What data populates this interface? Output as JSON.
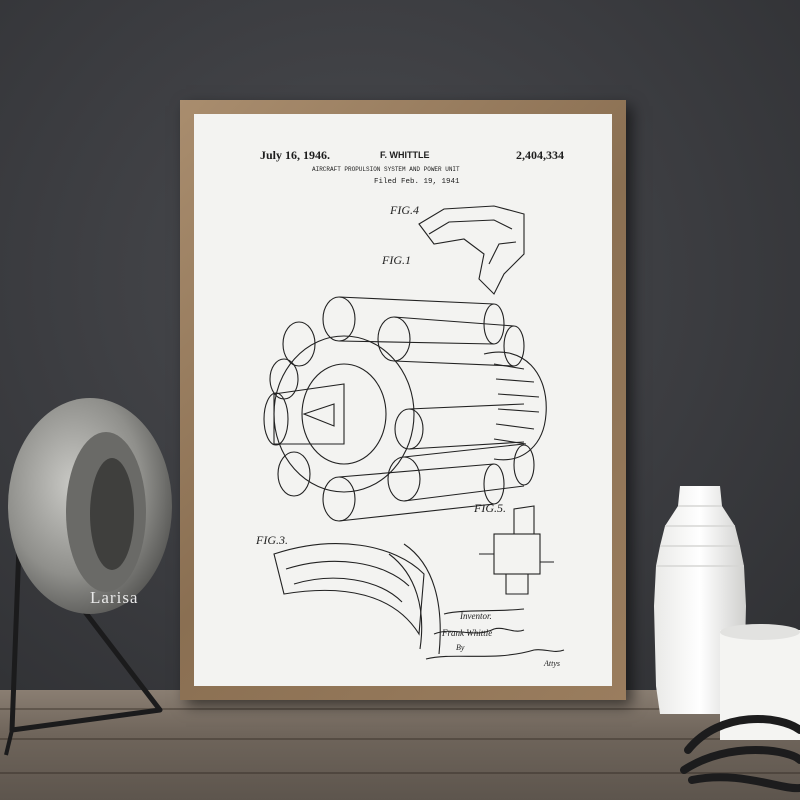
{
  "scene": {
    "wall_color": "#3b3c40",
    "floor_color": "#7a6f63",
    "frame_color": "#9a7d5e",
    "paper_color": "#f3f3f1"
  },
  "poster": {
    "date": "July 16, 1946.",
    "inventor": "F. WHITTLE",
    "patent_number": "2,404,334",
    "title": "AIRCRAFT PROPULSION SYSTEM AND POWER UNIT",
    "filed": "Filed Feb. 19, 1941",
    "figures": [
      "FIG.4",
      "FIG.1",
      "FIG.5.",
      "FIG.3."
    ],
    "signature_lines": [
      "Inventor.",
      "Frank Whittle",
      "By",
      "Attys"
    ]
  },
  "watermark": "Larisa"
}
